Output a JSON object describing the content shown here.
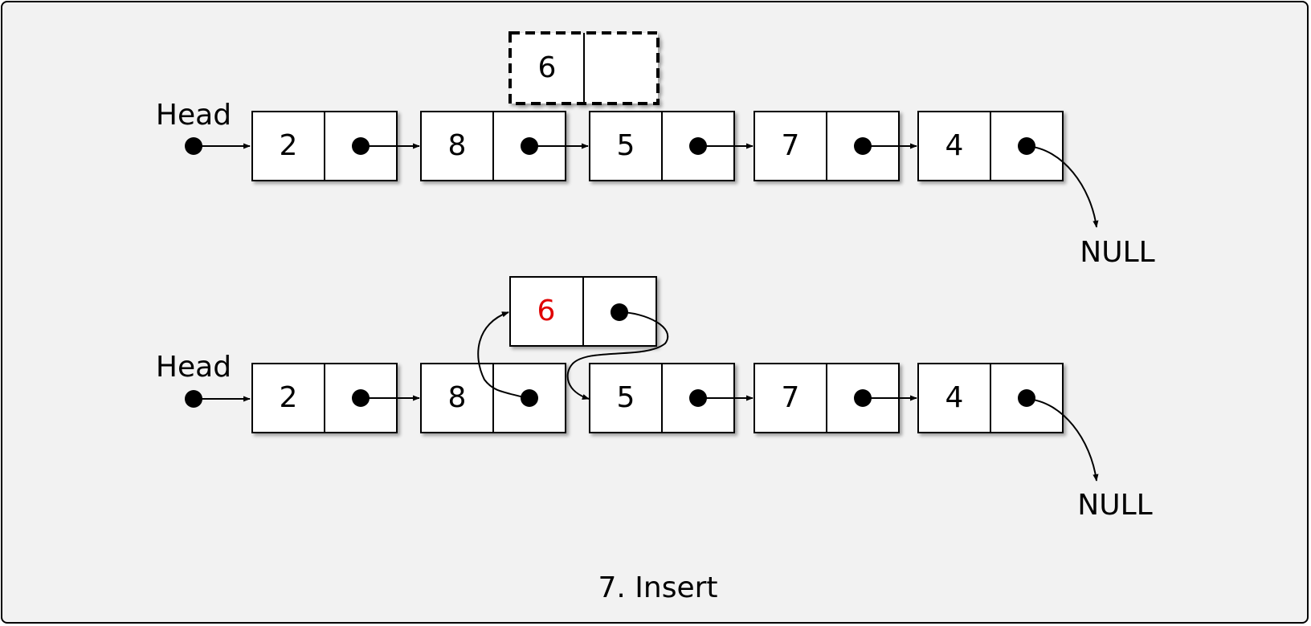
{
  "diagrams": [
    {
      "head_label": "Head",
      "null_label": "NULL",
      "nodes": [
        {
          "value": "2",
          "next": true
        },
        {
          "value": "8",
          "next": true
        },
        {
          "value": "5",
          "next": true
        },
        {
          "value": "7",
          "next": true
        },
        {
          "value": "4",
          "next": true
        }
      ],
      "new_node": {
        "value": "6",
        "style": "dashed",
        "next": false
      }
    },
    {
      "head_label": "Head",
      "null_label": "NULL",
      "nodes": [
        {
          "value": "2",
          "next": true
        },
        {
          "value": "8",
          "next": true
        },
        {
          "value": "5",
          "next": true
        },
        {
          "value": "7",
          "next": true
        },
        {
          "value": "4",
          "next": true
        }
      ],
      "new_node": {
        "value": "6",
        "style": "solid",
        "next": true,
        "value_color": "#e00000"
      }
    }
  ],
  "caption": "7. Insert",
  "colors": {
    "background": "#f2f2f2",
    "highlight": "#e00000"
  }
}
